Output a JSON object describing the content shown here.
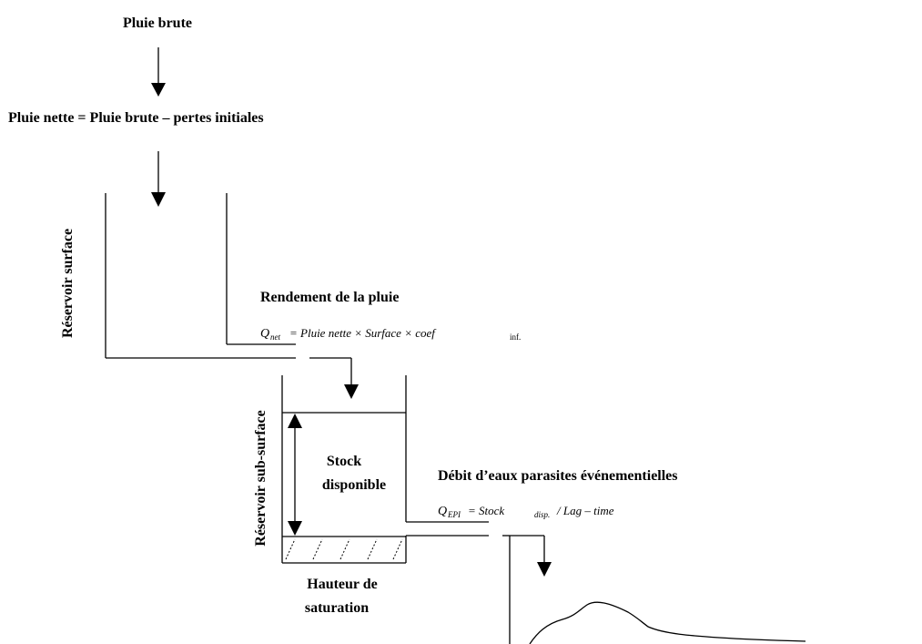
{
  "labels": {
    "pluie_brute": "Pluie brute",
    "pluie_nette": "Pluie nette = Pluie brute – pertes initiales",
    "reservoir_surface": "Réservoir surface",
    "rendement": "Rendement de la pluie",
    "reservoir_subsurface": "Réservoir sub-surface",
    "stock_line1": "Stock",
    "stock_line2": "disponible",
    "debit": "Débit d’eaux parasites événementielles",
    "hauteur_line1": "Hauteur de",
    "hauteur_line2": "saturation"
  },
  "equations": {
    "qnet": {
      "q": "Q",
      "sub": "net",
      "rhs": "= Pluie  nette × Surface × coef",
      "rhs_sub": "inf."
    },
    "qepi": {
      "q": "Q",
      "sub": "EPI",
      "rhs1": "= Stock",
      "rhs_sub": "disp.",
      "rhs2": "/ Lag – time"
    }
  }
}
